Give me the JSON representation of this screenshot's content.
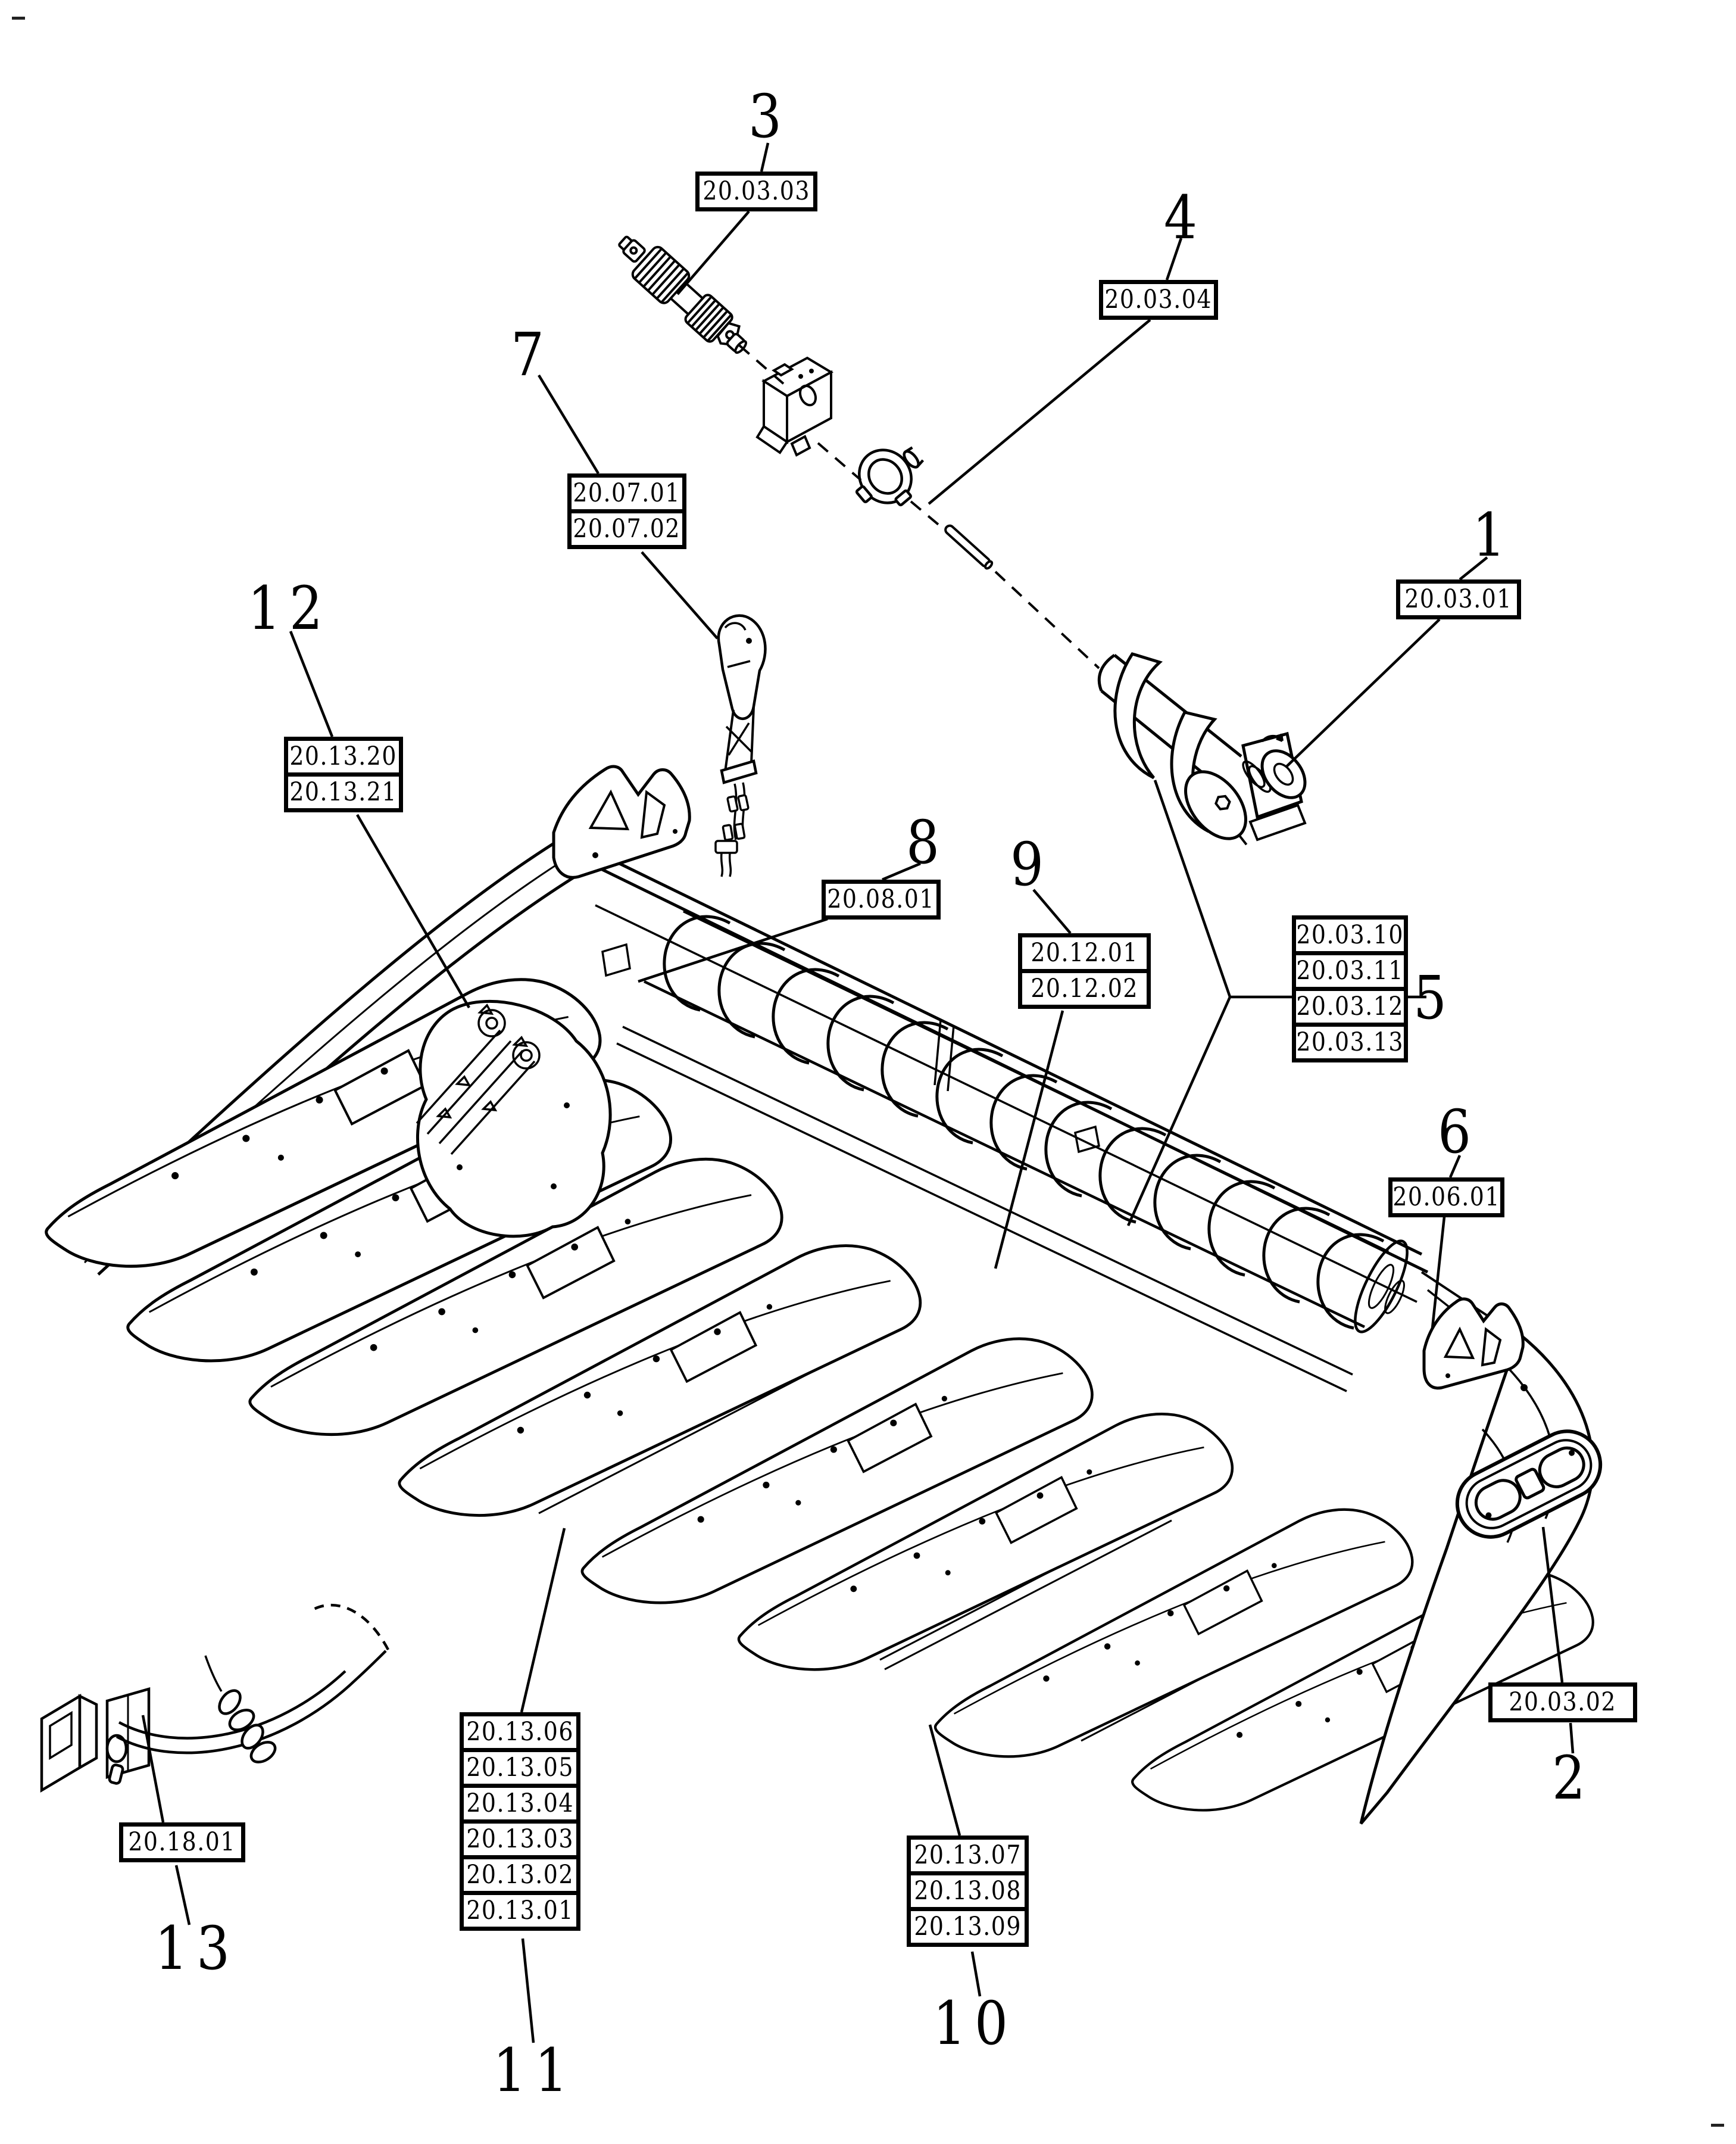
{
  "callouts": {
    "p1": {
      "number": "1",
      "refs": [
        "20.03.01"
      ]
    },
    "p2": {
      "number": "2",
      "refs": [
        "20.03.02"
      ]
    },
    "p3": {
      "number": "3",
      "refs": [
        "20.03.03"
      ]
    },
    "p4": {
      "number": "4",
      "refs": [
        "20.03.04"
      ]
    },
    "p5": {
      "number": "5",
      "refs": [
        "20.03.10",
        "20.03.11",
        "20.03.12",
        "20.03.13"
      ]
    },
    "p6": {
      "number": "6",
      "refs": [
        "20.06.01"
      ]
    },
    "p7": {
      "number": "7",
      "refs": [
        "20.07.01",
        "20.07.02"
      ]
    },
    "p8": {
      "number": "8",
      "refs": [
        "20.08.01"
      ]
    },
    "p9": {
      "number": "9",
      "refs": [
        "20.12.01",
        "20.12.02"
      ]
    },
    "p10": {
      "number": "10",
      "refs": [
        "20.13.07",
        "20.13.08",
        "20.13.09"
      ]
    },
    "p11": {
      "number": "11",
      "refs": [
        "20.13.06",
        "20.13.05",
        "20.13.04",
        "20.13.03",
        "20.13.02",
        "20.13.01"
      ]
    },
    "p12": {
      "number": "12",
      "refs": [
        "20.13.20",
        "20.13.21"
      ]
    },
    "p13": {
      "number": "13",
      "refs": [
        "20.18.01"
      ]
    }
  }
}
